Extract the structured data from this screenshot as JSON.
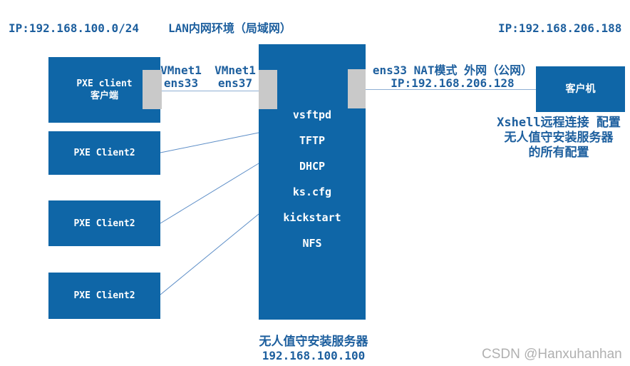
{
  "colors": {
    "box_blue": "#0f66a7",
    "label_blue": "#1d5f9e",
    "port_gray": "#c9c9c9",
    "line_blue": "#6d99cc",
    "watermark_gray": "#b0b0b0",
    "box_text": "#ffffff"
  },
  "header": {
    "lan_subnet_ip": "IP:192.168.100.0/24",
    "lan_title": "LAN内网环境（局域网）",
    "wan_ip": "IP:192.168.206.188"
  },
  "clients": {
    "primary": {
      "line1": "PXE client",
      "line2": "客户端"
    },
    "others": [
      "PXE Client2",
      "PXE Client2",
      "PXE Client2"
    ]
  },
  "nics": {
    "left_client_nic": {
      "name": "VMnet1",
      "iface": "ens33"
    },
    "server_lan_nic": {
      "name": "VMnet1",
      "iface": "ens37"
    },
    "server_wan_nic": {
      "line1": "ens33 NAT模式 外网（公网）",
      "line2": "IP:192.168.206.128"
    }
  },
  "server": {
    "services": [
      "vsftpd",
      "TFTP",
      "DHCP",
      "ks.cfg",
      "kickstart",
      "NFS"
    ],
    "caption_line1": "无人值守安装服务器",
    "caption_line2": "192.168.100.100"
  },
  "remote_client": {
    "label": "客户机",
    "note_line1": "Xshell远程连接 配置",
    "note_line2": "无人值守安装服务器",
    "note_line3": "的所有配置"
  },
  "watermark": "CSDN @Hanxuhanhan"
}
